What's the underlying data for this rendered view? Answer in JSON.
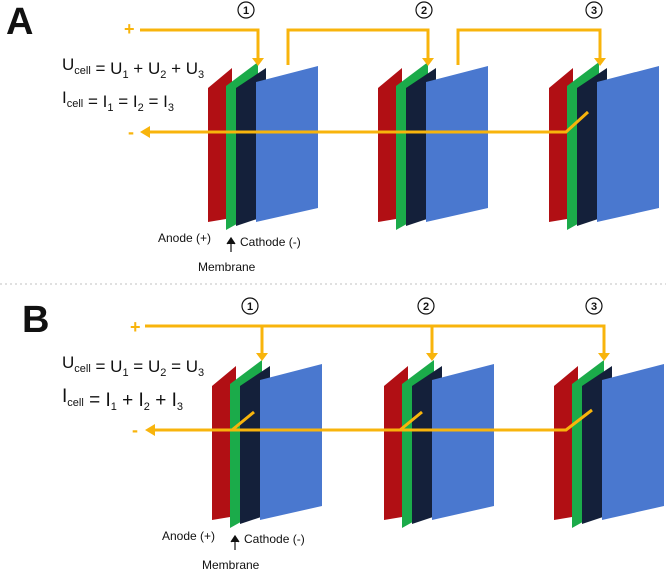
{
  "colors": {
    "anode": "#b10f14",
    "membrane": "#1bab4a",
    "cathode_edge": "#14203a",
    "cathode_face": "#4a78cf",
    "wire": "#f8b40c",
    "divider": "#c0c0c0"
  },
  "panels": [
    {
      "letter": "A",
      "eq1": {
        "left": "U",
        "lsub": "cell",
        "rhs": [
          {
            "s": " = U"
          },
          {
            "s": "1",
            "sub": true
          },
          {
            "s": " + U"
          },
          {
            "s": "2",
            "sub": true
          },
          {
            "s": " + U"
          },
          {
            "s": "3",
            "sub": true
          }
        ]
      },
      "eq2": {
        "left": "I",
        "lsub": "cell",
        "rhs": [
          {
            "s": " = I"
          },
          {
            "s": "1",
            "sub": true
          },
          {
            "s": " = I"
          },
          {
            "s": "2",
            "sub": true
          },
          {
            "s": " = I"
          },
          {
            "s": "3",
            "sub": true
          }
        ]
      },
      "plus": "+",
      "minus": "-",
      "cell_numbers": [
        "1",
        "2",
        "3"
      ],
      "labels": {
        "anode": "Anode (+)",
        "cathode": "Cathode (-)",
        "membrane": "Membrane"
      }
    },
    {
      "letter": "B",
      "eq1": {
        "left": "U",
        "lsub": "cell",
        "rhs": [
          {
            "s": " = U"
          },
          {
            "s": "1",
            "sub": true
          },
          {
            "s": " = U"
          },
          {
            "s": "2",
            "sub": true
          },
          {
            "s": " = U"
          },
          {
            "s": "3",
            "sub": true
          }
        ]
      },
      "eq2": {
        "left": "I",
        "lsub": "cell",
        "rhs": [
          {
            "s": " = I"
          },
          {
            "s": "1",
            "sub": true
          },
          {
            "s": " + I"
          },
          {
            "s": "2",
            "sub": true
          },
          {
            "s": " + I"
          },
          {
            "s": "3",
            "sub": true
          }
        ]
      },
      "plus": "+",
      "minus": "-",
      "cell_numbers": [
        "1",
        "2",
        "3"
      ],
      "labels": {
        "anode": "Anode (+)",
        "cathode": "Cathode (-)",
        "membrane": "Membrane"
      }
    }
  ]
}
